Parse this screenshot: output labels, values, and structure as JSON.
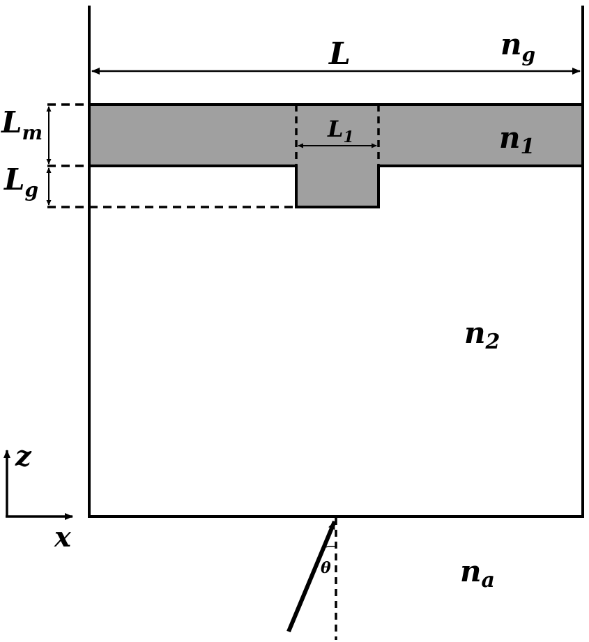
{
  "labels": {
    "L": "L",
    "ng": {
      "base": "n",
      "sub": "g"
    },
    "Lm": {
      "base": "L",
      "sub": "m"
    },
    "Lg": {
      "base": "L",
      "sub": "g"
    },
    "L1": {
      "base": "L",
      "sub": "1"
    },
    "n1": {
      "base": "n",
      "sub": "1"
    },
    "n2": {
      "base": "n",
      "sub": "2"
    },
    "na": {
      "base": "n",
      "sub": "a"
    },
    "z": "z",
    "x": "x",
    "theta": "θ"
  },
  "colors": {
    "metal_fill": "#a0a0a0",
    "line": "#000000",
    "background": "#ffffff"
  }
}
